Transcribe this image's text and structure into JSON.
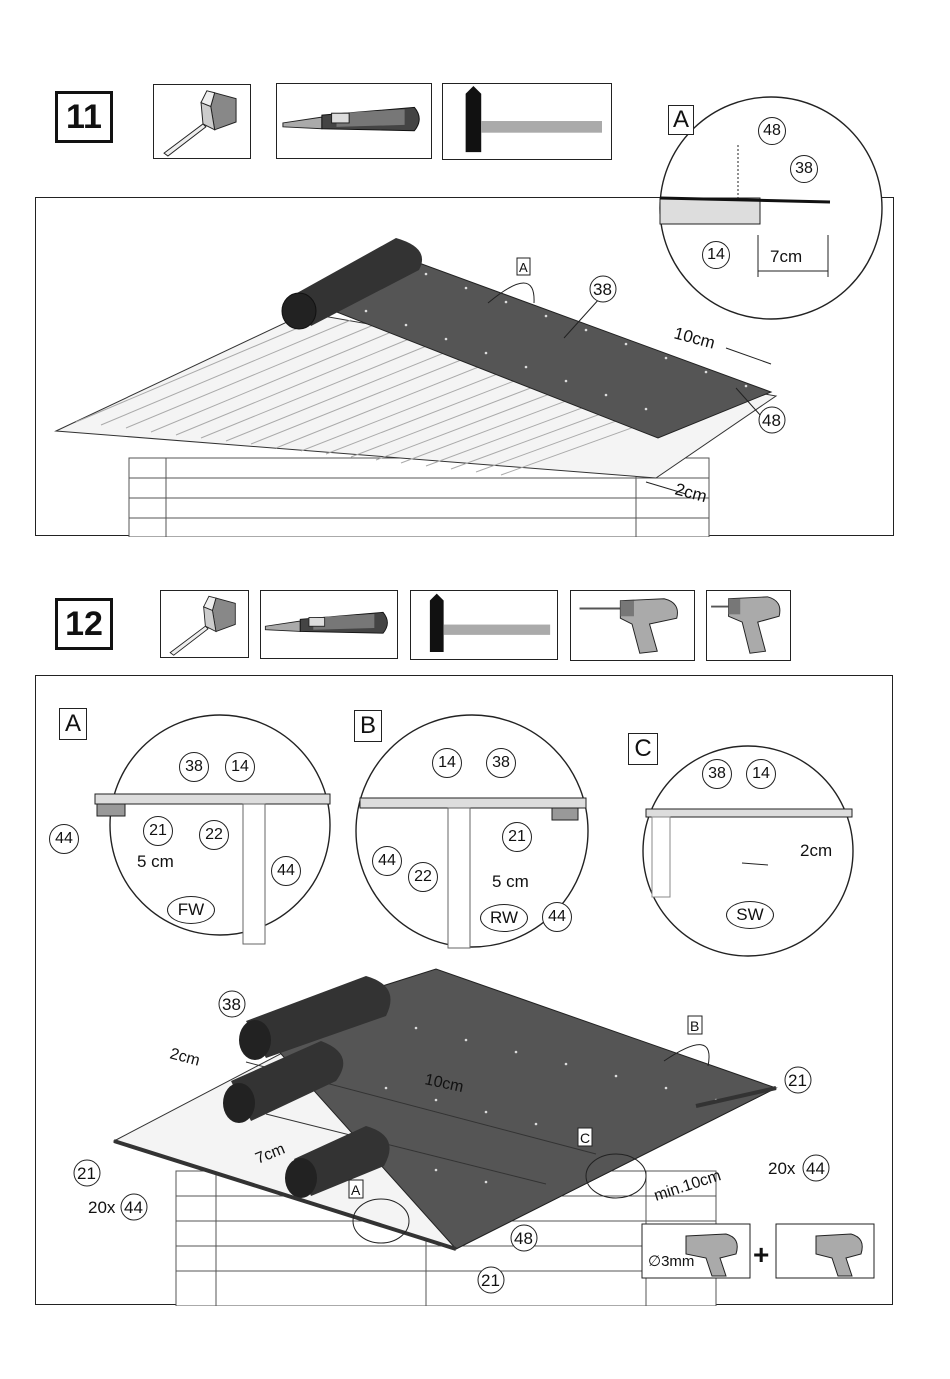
{
  "steps": [
    {
      "number": "11",
      "tools": [
        "tape-measure-icon",
        "utility-knife-icon",
        "hammer-icon"
      ],
      "detail": {
        "label": "A",
        "parts": [
          "48",
          "38",
          "14"
        ],
        "dimension": "7cm"
      },
      "main": {
        "detail_marker": "A",
        "part_felt": "38",
        "part_nail": "48",
        "overlap": "10cm",
        "edge_overhang": "2cm"
      }
    },
    {
      "number": "12",
      "tools": [
        "tape-measure-icon",
        "utility-knife-icon",
        "hammer-icon",
        "drill-bit-icon",
        "drill-driver-icon"
      ],
      "detail_a": {
        "label": "A",
        "parts": [
          "38",
          "14",
          "21",
          "22",
          "44",
          "44"
        ],
        "dimension": "5 cm",
        "wall": "FW"
      },
      "detail_b": {
        "label": "B",
        "parts": [
          "14",
          "38",
          "21",
          "44",
          "22",
          "44"
        ],
        "dimension": "5 cm",
        "wall": "RW"
      },
      "detail_c": {
        "label": "C",
        "parts": [
          "38",
          "14"
        ],
        "dimension": "2cm",
        "wall": "SW"
      },
      "main": {
        "part_felt": "38",
        "dim_left": "2cm",
        "dim_overlap": "10cm",
        "dim_7cm": "7cm",
        "dim_min": "min.10cm",
        "marker_a": "A",
        "marker_b": "B",
        "marker_c": "C",
        "part_21": "21",
        "screws": "20x",
        "part_44": "44",
        "part_48": "48",
        "pilot_hole": "∅3mm",
        "plus": "+"
      }
    }
  ]
}
